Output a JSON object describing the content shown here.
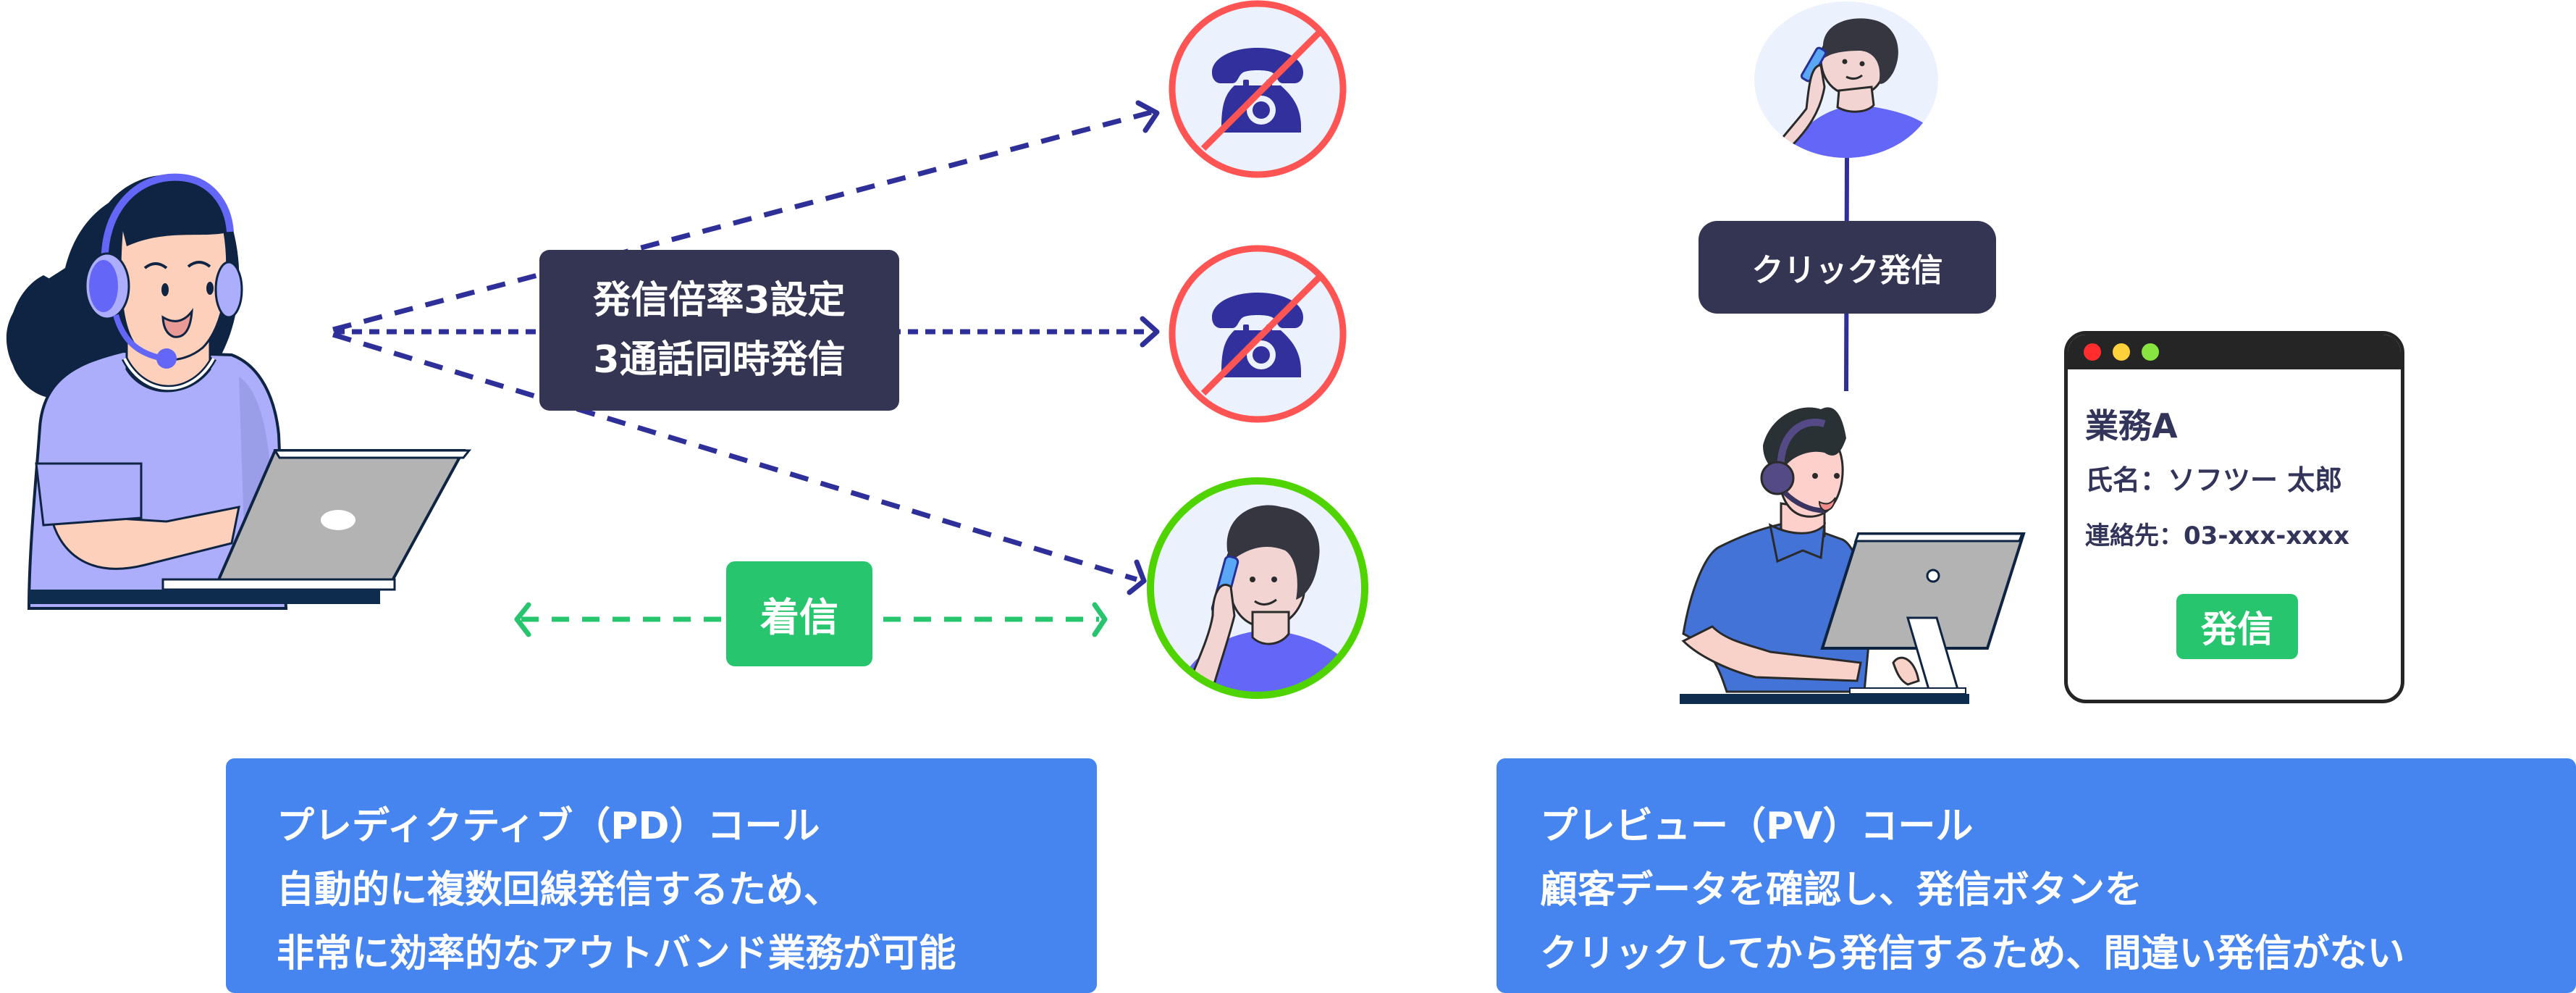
{
  "colors": {
    "dark_box": "#343552",
    "accent_green": "#28c56f",
    "card_blue": "#4684f0",
    "dash_navy": "#2f2f9a",
    "no_call_red": "#ff5454",
    "answered_ring": "#4fd400",
    "circle_bg": "#ebf2fd"
  },
  "pd_section": {
    "dial_ratio_box": {
      "line1": "発信倍率3設定",
      "line2": "3通話同時発信"
    },
    "incoming_label": "着信",
    "targets": [
      {
        "state": "no-answer",
        "icon": "phone-blocked-icon"
      },
      {
        "state": "no-answer",
        "icon": "phone-blocked-icon"
      },
      {
        "state": "connected",
        "icon": "customer-on-phone"
      }
    ],
    "description": {
      "title": "プレディクティブ（PD）コール",
      "line1": "自動的に複数回線発信するため、",
      "line2": "非常に効率的なアウトバンド業務が可能"
    }
  },
  "pv_section": {
    "click_call_label": "クリック発信",
    "customer_card": {
      "title": "業務A",
      "name_label": "氏名：ソフツー 太郎",
      "contact_label": "連絡先：03-xxx-xxxx",
      "call_button": "発信"
    },
    "description": {
      "title": "プレビュー（PV）コール",
      "line1": "顧客データを確認し、発信ボタンを",
      "line2": "クリックしてから発信するため、間違い発信がない"
    }
  }
}
